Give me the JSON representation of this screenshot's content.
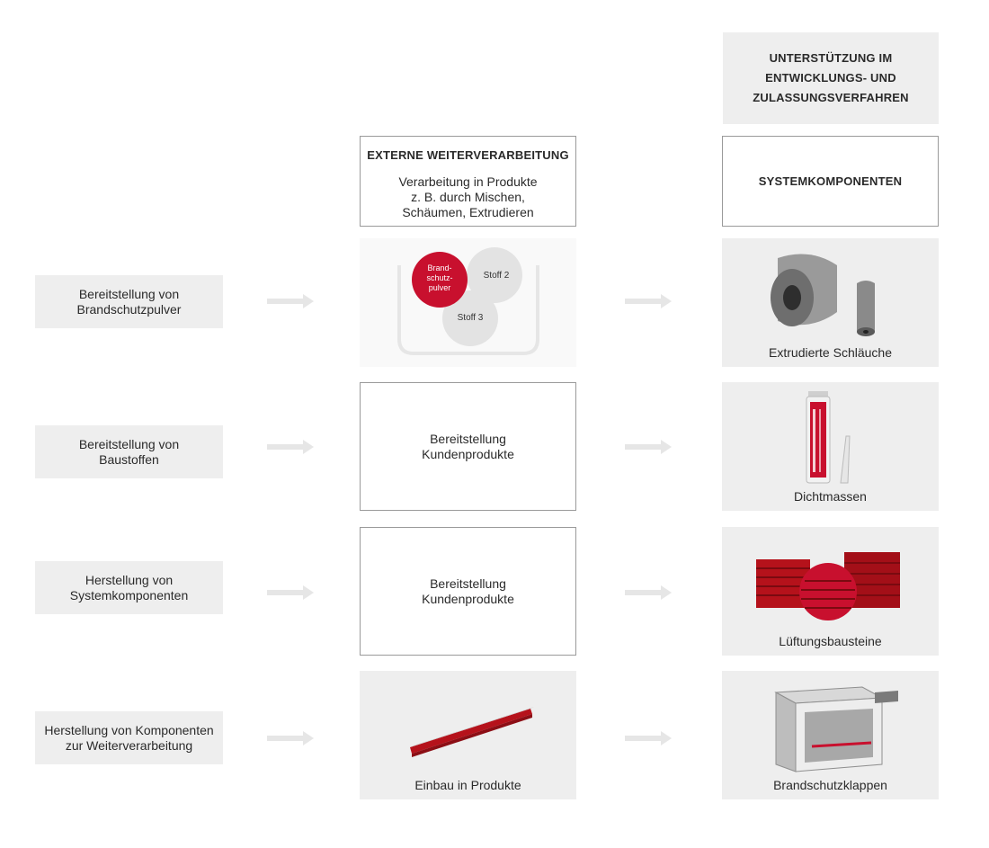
{
  "colors": {
    "accent": "#c8102e",
    "panel": "#eeeeee",
    "border": "#9a9a9a",
    "arrow": "#e6e6e6"
  },
  "top_box": {
    "title": "UNTERSTÜTZUNG IM\nENTWICKLUNGS- UND\nZULASSUNGSVERFAHREN"
  },
  "externe": {
    "title": "EXTERNE WEITERVERARBEITUNG",
    "text": "Verarbeitung in Produkte\nz. B. durch Mischen,\nSchäumen, Extrudieren"
  },
  "system": {
    "title": "SYSTEMKOMPONENTEN"
  },
  "left_boxes": [
    {
      "label": "Bereitstellung von\nBrandschutzpulver"
    },
    {
      "label": "Bereitstellung von\nBaustoffen"
    },
    {
      "label": "Herstellung von\nSystemkomponenten"
    },
    {
      "label": "Herstellung von Komponenten\nzur Weiterverarbeitung"
    }
  ],
  "mix": {
    "circle1": "Brand-\nschutz-\npulver",
    "circle2": "Stoff 2",
    "circle3": "Stoff 3"
  },
  "middle_boxes": [
    {
      "label": "Bereitstellung\nKundenprodukte"
    },
    {
      "label": "Bereitstellung\nKundenprodukte"
    }
  ],
  "middle_bottom": {
    "caption": "Einbau in Produkte"
  },
  "products": [
    {
      "caption": "Extrudierte Schläuche",
      "icon": "tube-icon"
    },
    {
      "caption": "Dichtmassen",
      "icon": "cartridge-icon"
    },
    {
      "caption": "Lüftungsbausteine",
      "icon": "vent-block-icon"
    },
    {
      "caption": "Brandschutzklappen",
      "icon": "fire-damper-icon"
    }
  ]
}
